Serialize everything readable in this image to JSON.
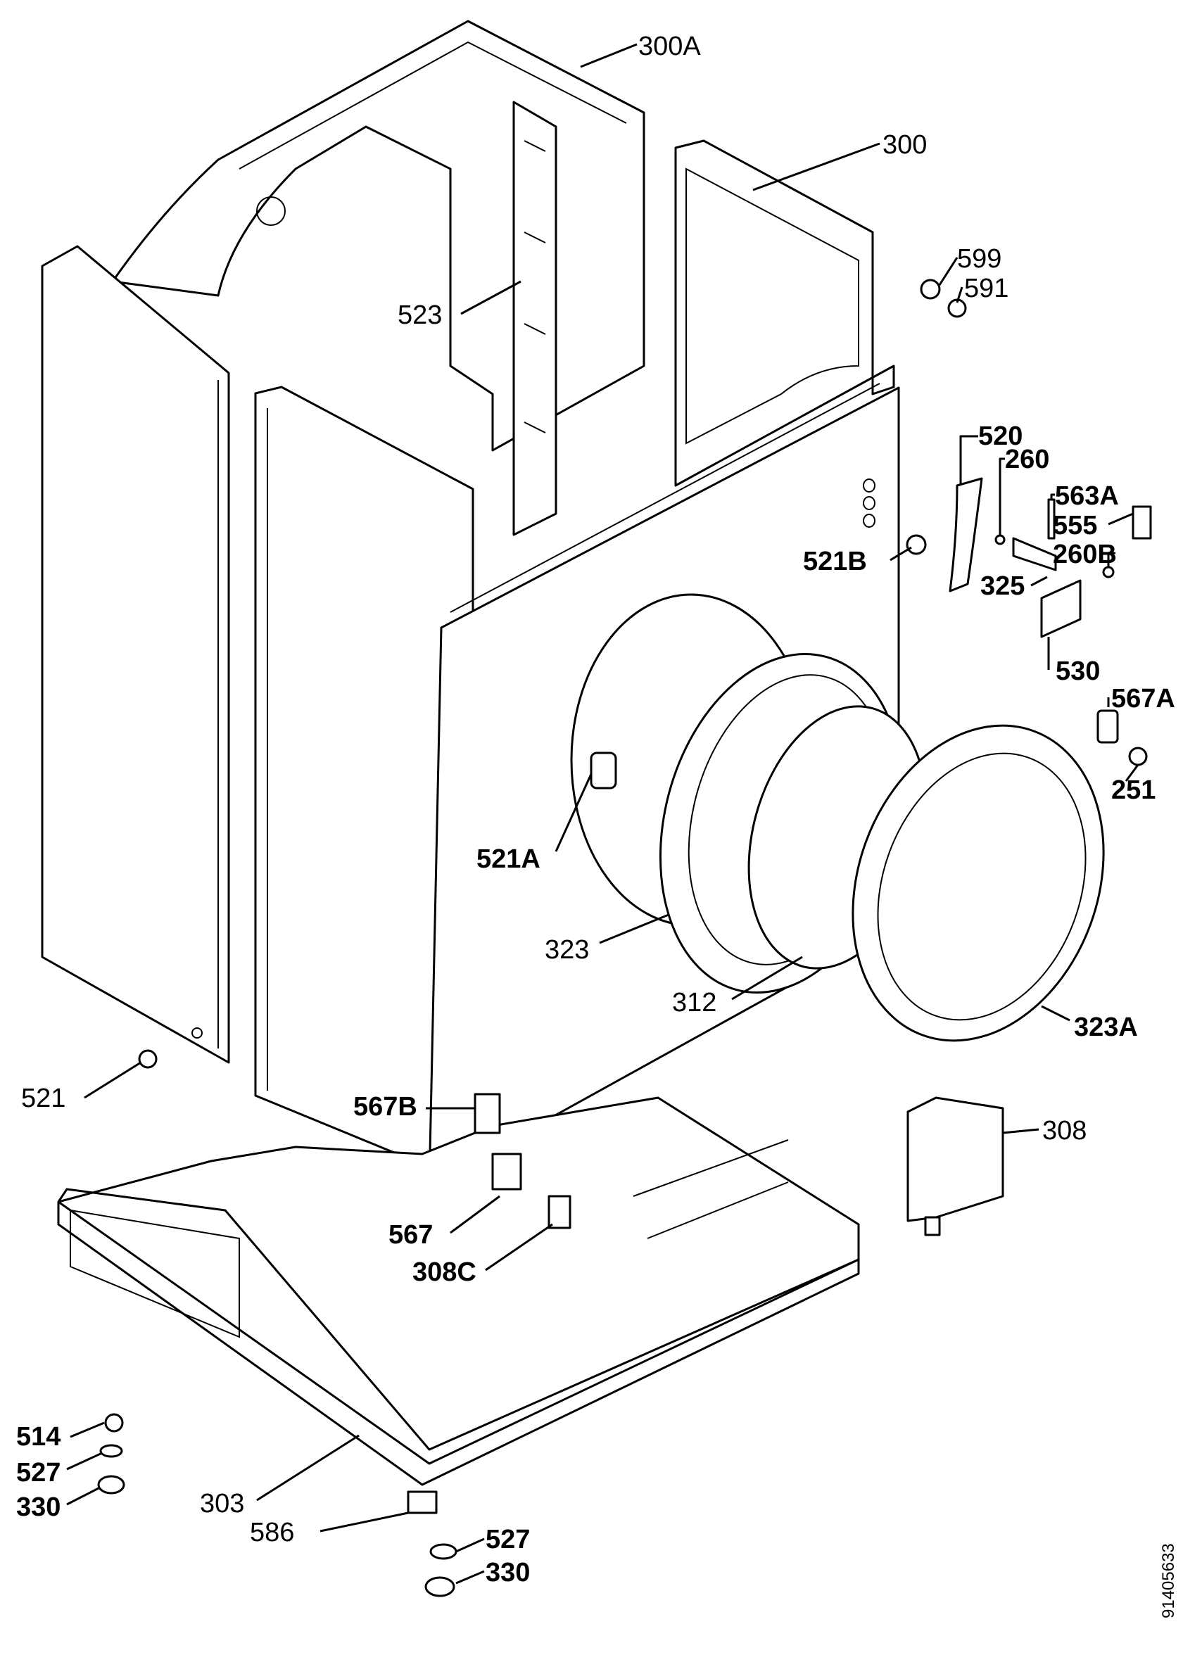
{
  "labels": {
    "l300A": "300A",
    "l300": "300",
    "l599": "599",
    "l591": "591",
    "l523": "523",
    "l520": "520",
    "l260": "260",
    "l563A": "563A",
    "l555": "555",
    "l521B": "521B",
    "l260B": "260B",
    "l325": "325",
    "l530": "530",
    "l567A": "567A",
    "l251": "251",
    "l521A": "521A",
    "l323": "323",
    "l312": "312",
    "l323A": "323A",
    "l521": "521",
    "l567B": "567B",
    "l308": "308",
    "l567": "567",
    "l308C": "308C",
    "l514": "514",
    "l527a": "527",
    "l330a": "330",
    "l303": "303",
    "l586": "586",
    "l527b": "527",
    "l330b": "330"
  },
  "drawing_number": "91405633"
}
